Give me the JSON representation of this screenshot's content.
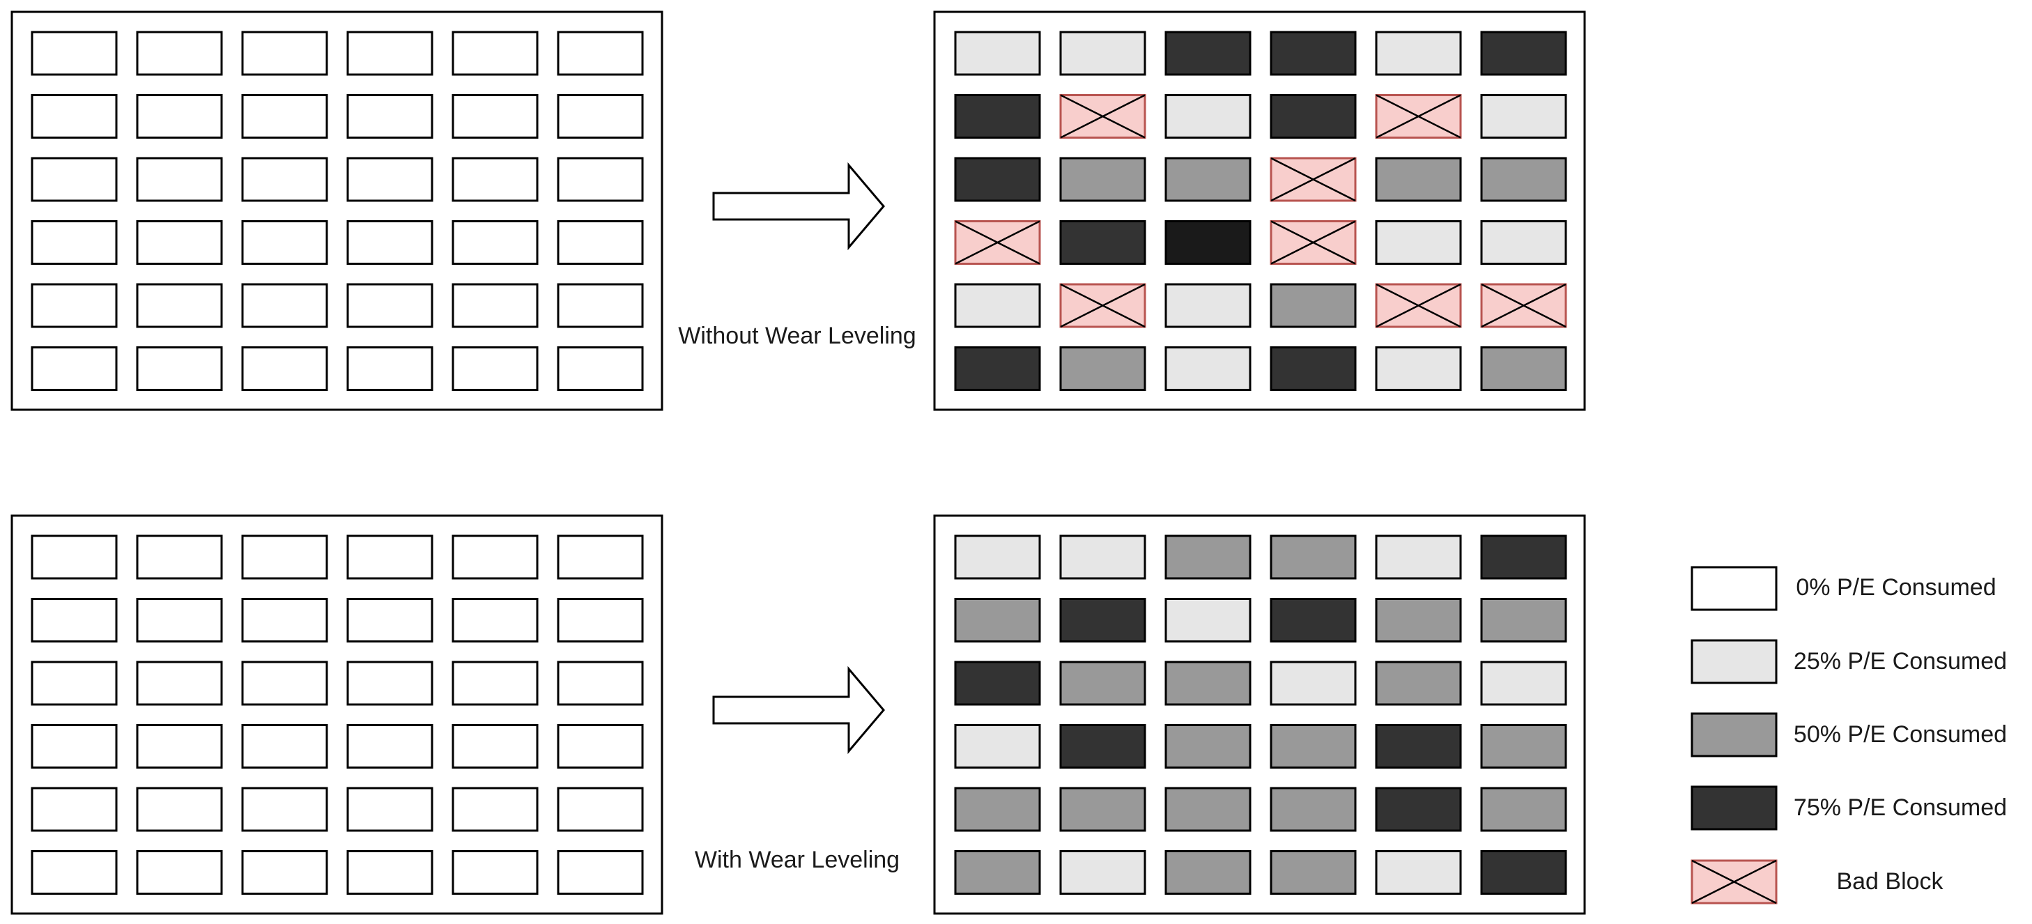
{
  "colors": {
    "empty": "#ffffff",
    "p25": "#e6e6e6",
    "p50": "#999999",
    "p75": "#333333",
    "p100": "#1a1a1a",
    "bad_fill": "#f8cecc",
    "bad_stroke": "#b85450",
    "outline": "#000000"
  },
  "rows": {
    "top": {
      "label": "Without Wear Leveling",
      "before_grid": [
        [
          "empty",
          "empty",
          "empty",
          "empty",
          "empty",
          "empty"
        ],
        [
          "empty",
          "empty",
          "empty",
          "empty",
          "empty",
          "empty"
        ],
        [
          "empty",
          "empty",
          "empty",
          "empty",
          "empty",
          "empty"
        ],
        [
          "empty",
          "empty",
          "empty",
          "empty",
          "empty",
          "empty"
        ],
        [
          "empty",
          "empty",
          "empty",
          "empty",
          "empty",
          "empty"
        ],
        [
          "empty",
          "empty",
          "empty",
          "empty",
          "empty",
          "empty"
        ]
      ],
      "after_grid": [
        [
          "p25",
          "p25",
          "p75",
          "p75",
          "p25",
          "p75"
        ],
        [
          "p75",
          "bad",
          "p25",
          "p75",
          "bad",
          "p25"
        ],
        [
          "p75",
          "p50",
          "p50",
          "bad",
          "p50",
          "p50"
        ],
        [
          "bad",
          "p75",
          "p100",
          "bad",
          "p25",
          "p25"
        ],
        [
          "p25",
          "bad",
          "p25",
          "p50",
          "bad",
          "bad"
        ],
        [
          "p75",
          "p50",
          "p25",
          "p75",
          "p25",
          "p50"
        ]
      ]
    },
    "bottom": {
      "label": "With Wear Leveling",
      "before_grid": [
        [
          "empty",
          "empty",
          "empty",
          "empty",
          "empty",
          "empty"
        ],
        [
          "empty",
          "empty",
          "empty",
          "empty",
          "empty",
          "empty"
        ],
        [
          "empty",
          "empty",
          "empty",
          "empty",
          "empty",
          "empty"
        ],
        [
          "empty",
          "empty",
          "empty",
          "empty",
          "empty",
          "empty"
        ],
        [
          "empty",
          "empty",
          "empty",
          "empty",
          "empty",
          "empty"
        ],
        [
          "empty",
          "empty",
          "empty",
          "empty",
          "empty",
          "empty"
        ]
      ],
      "after_grid": [
        [
          "p25",
          "p25",
          "p50",
          "p50",
          "p25",
          "p75"
        ],
        [
          "p50",
          "p75",
          "p25",
          "p75",
          "p50",
          "p50"
        ],
        [
          "p75",
          "p50",
          "p50",
          "p25",
          "p50",
          "p25"
        ],
        [
          "p25",
          "p75",
          "p50",
          "p50",
          "p75",
          "p50"
        ],
        [
          "p50",
          "p50",
          "p50",
          "p50",
          "p75",
          "p50"
        ],
        [
          "p50",
          "p25",
          "p50",
          "p50",
          "p25",
          "p75"
        ]
      ]
    }
  },
  "legend": [
    {
      "state": "empty",
      "label": "0% P/E Consumed"
    },
    {
      "state": "p25",
      "label": "25% P/E Consumed"
    },
    {
      "state": "p50",
      "label": "50% P/E Consumed"
    },
    {
      "state": "p75",
      "label": "75% P/E Consumed"
    },
    {
      "state": "bad",
      "label": "Bad Block"
    }
  ]
}
